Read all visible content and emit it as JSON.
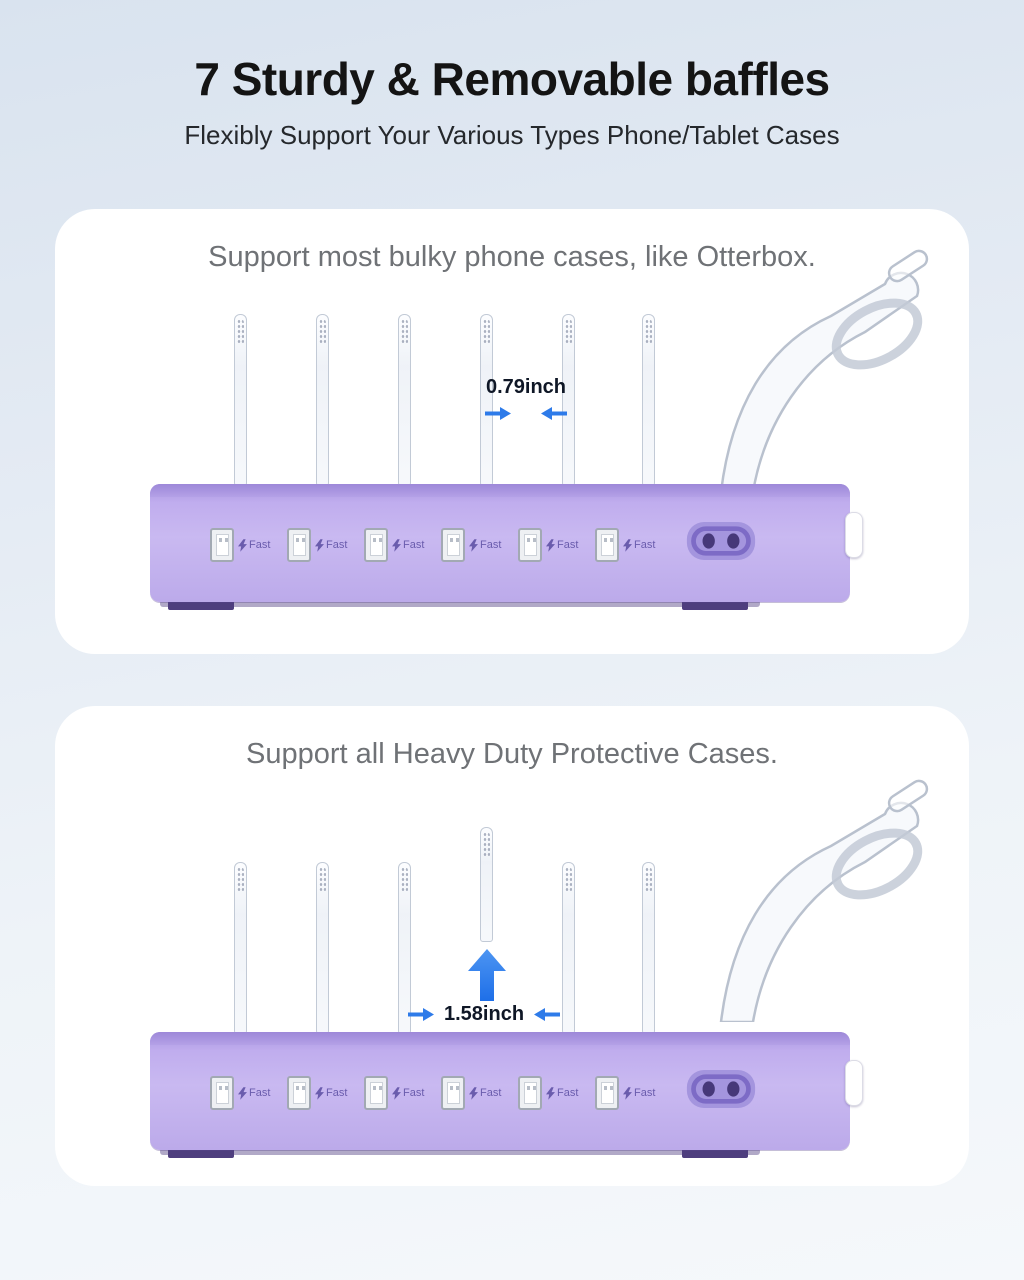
{
  "header": {
    "title": "7 Sturdy & Removable baffles",
    "subtitle": "Flexibly Support Your Various Types Phone/Tablet Cases"
  },
  "cards": [
    {
      "heading": "Support most bulky phone cases, like Otterbox.",
      "measurement_label": "0.79inch"
    },
    {
      "heading": "Support all Heavy Duty Protective Cases.",
      "measurement_label": "1.58inch"
    }
  ],
  "station": {
    "port_label": "Fast",
    "port_count": 6,
    "baffles_visible": 6,
    "removed_baffles": 1
  },
  "colors": {
    "accent_blue": "#2e7be9",
    "body_purple": "#c0adee",
    "dark_purple": "#4e3e7e",
    "label_purple": "#6a5cad"
  }
}
